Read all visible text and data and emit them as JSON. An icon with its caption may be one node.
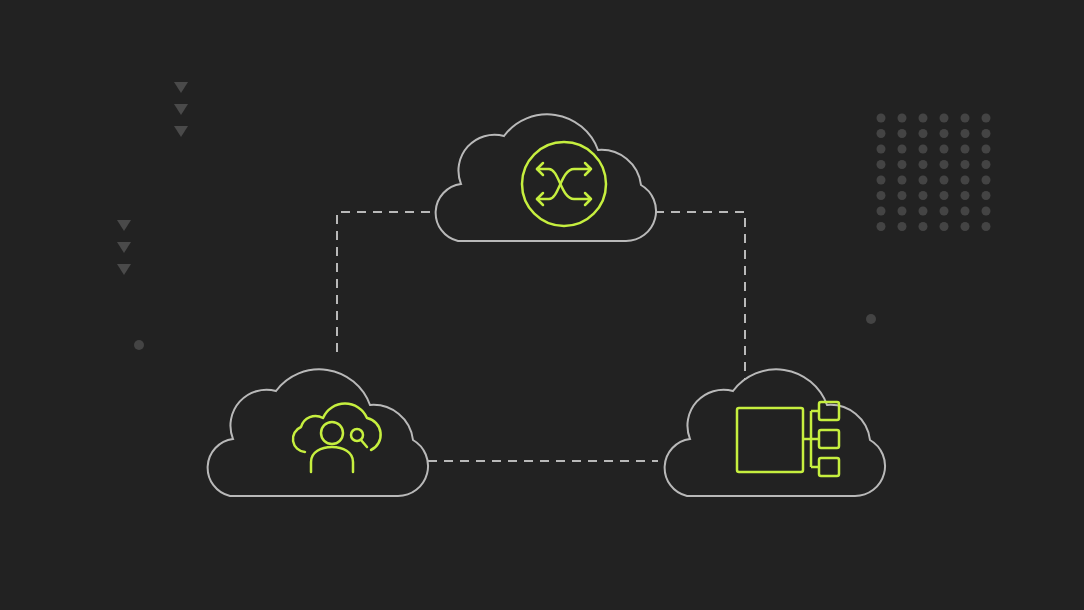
{
  "diagram": {
    "nodes": [
      {
        "text": [],
        "shape": "cloud"
      },
      {
        "text": [],
        "shape": "cloud"
      },
      {
        "text": [],
        "shape": "cloud"
      }
    ],
    "edges": [
      {
        "from": 0,
        "to": 1,
        "arrow": "none",
        "style": "dashed"
      },
      {
        "from": 0,
        "to": 2,
        "arrow": "none",
        "style": "dashed"
      },
      {
        "from": 1,
        "to": 2,
        "arrow": "none",
        "style": "dashed"
      }
    ]
  }
}
